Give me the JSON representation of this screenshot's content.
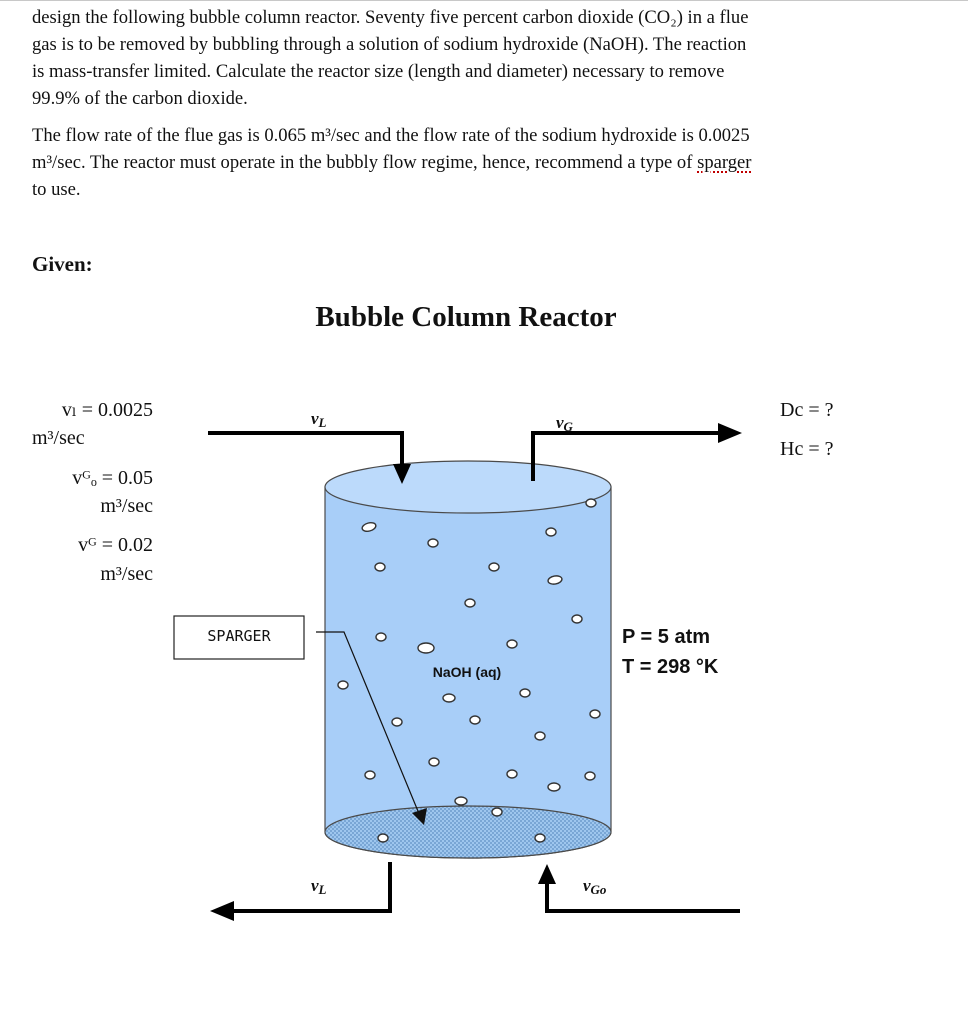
{
  "problem": {
    "para1": "design the following bubble column reactor. Seventy five percent carbon dioxide (CO₂) in a flue\ngas is to be removed by bubbling through a solution of sodium hydroxide (NaOH). The reaction\nis mass-transfer limited. Calculate the reactor size (length and diameter) necessary to remove\n99.9% of the carbon dioxide.",
    "para2_part1": "The flow rate of the flue gas is 0.065 m³/sec and the flow rate of the sodium hydroxide is 0.0025\nm³/sec. The reactor must operate in the bubbly flow regime, hence, recommend a type of ",
    "para2_sparger": "sparger",
    "para2_part2": "\nto use."
  },
  "given_label": "Given:",
  "diagram": {
    "title": "Bubble Column Reactor",
    "given_values": {
      "vl_line1": "vₗ = 0.0025",
      "vl_line2": "m³/sec",
      "vgo_line1": "vᴳₒ = 0.05",
      "vgo_line2": "m³/sec",
      "vg_line1": "vᴳ = 0.02",
      "vg_line2": "m³/sec"
    },
    "unknowns": {
      "dc": "Dc = ?",
      "hc": "Hc = ?"
    },
    "stream_labels": {
      "vl_in": "v",
      "vl_in_sub": "L",
      "vg_out": "v",
      "vg_out_sub": "G",
      "vl_out": "v",
      "vl_out_sub": "L",
      "vgo_in": "v",
      "vgo_in_sub": "Go"
    },
    "sparger_label": "SPARGER",
    "liquid_label": "NaOH (aq)",
    "conditions": {
      "pressure": "P = 5 atm",
      "temperature": "T = 298 °K"
    },
    "colors": {
      "liquid": "#a8cef8",
      "liquid_top": "#bcdafb",
      "sparger_plate": "#9ec6ee",
      "outline": "#4a4a4a"
    }
  }
}
